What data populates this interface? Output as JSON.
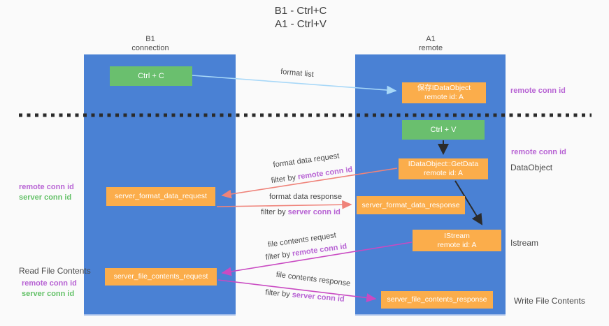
{
  "title": {
    "line1": "B1 - Ctrl+C",
    "line2": "A1 - Ctrl+V"
  },
  "lanes": {
    "left": {
      "title": "B1",
      "subtitle": "connection"
    },
    "right": {
      "title": "A1",
      "subtitle": "remote"
    }
  },
  "boxes": {
    "ctrl_c": {
      "label": "Ctrl + C"
    },
    "ctrl_v": {
      "label": "Ctrl + V"
    },
    "save_dataobject": {
      "line1": "保存IDataObject",
      "line2": "remote id: A"
    },
    "getdata": {
      "line1": "IDataObject::GetData",
      "line2": "remote id: A"
    },
    "istream": {
      "line1": "IStream",
      "line2": "remote id: A"
    },
    "format_request": {
      "label": "server_format_data_request"
    },
    "format_response": {
      "label": "server_format_data_response"
    },
    "file_request": {
      "label": "server_file_contents_request"
    },
    "file_response": {
      "label": "server_file_contents_response"
    }
  },
  "arrows": {
    "format_list": {
      "label": "format list"
    },
    "format_data_request": {
      "label": "format data request",
      "filter_prefix": "filter by ",
      "filter_key": "remote conn id"
    },
    "format_data_response": {
      "label": "format data response",
      "filter_prefix": "filter by ",
      "filter_key": "server conn id"
    },
    "file_contents_request": {
      "label": "file contents request",
      "filter_prefix": "filter by ",
      "filter_key": "remote conn id"
    },
    "file_contents_response": {
      "label": "file contents response",
      "filter_prefix": "filter by ",
      "filter_key": "server conn id"
    }
  },
  "side_labels": {
    "left_top": {
      "remote": "remote conn id",
      "server": "server conn id"
    },
    "left_bottom": {
      "title": "Read File Contents",
      "remote": "remote conn id",
      "server": "server conn id"
    },
    "right": {
      "remote_conn_id_top": "remote conn id",
      "remote_conn_id_mid": "remote conn id",
      "dataobject": "DataObject",
      "istream": "Istream",
      "write_file_contents": "Write File Contents"
    }
  },
  "colors": {
    "lane_blue": "#4a81d4",
    "box_green": "#6abf6e",
    "box_orange": "#fbad4b",
    "arrow_salmon": "#ef837a",
    "arrow_magenta": "#c94ac2",
    "arrow_lightblue": "#a8d8f8",
    "arrow_black": "#2b2b2b",
    "text_purple": "#b864d4",
    "text_green": "#63c167"
  }
}
